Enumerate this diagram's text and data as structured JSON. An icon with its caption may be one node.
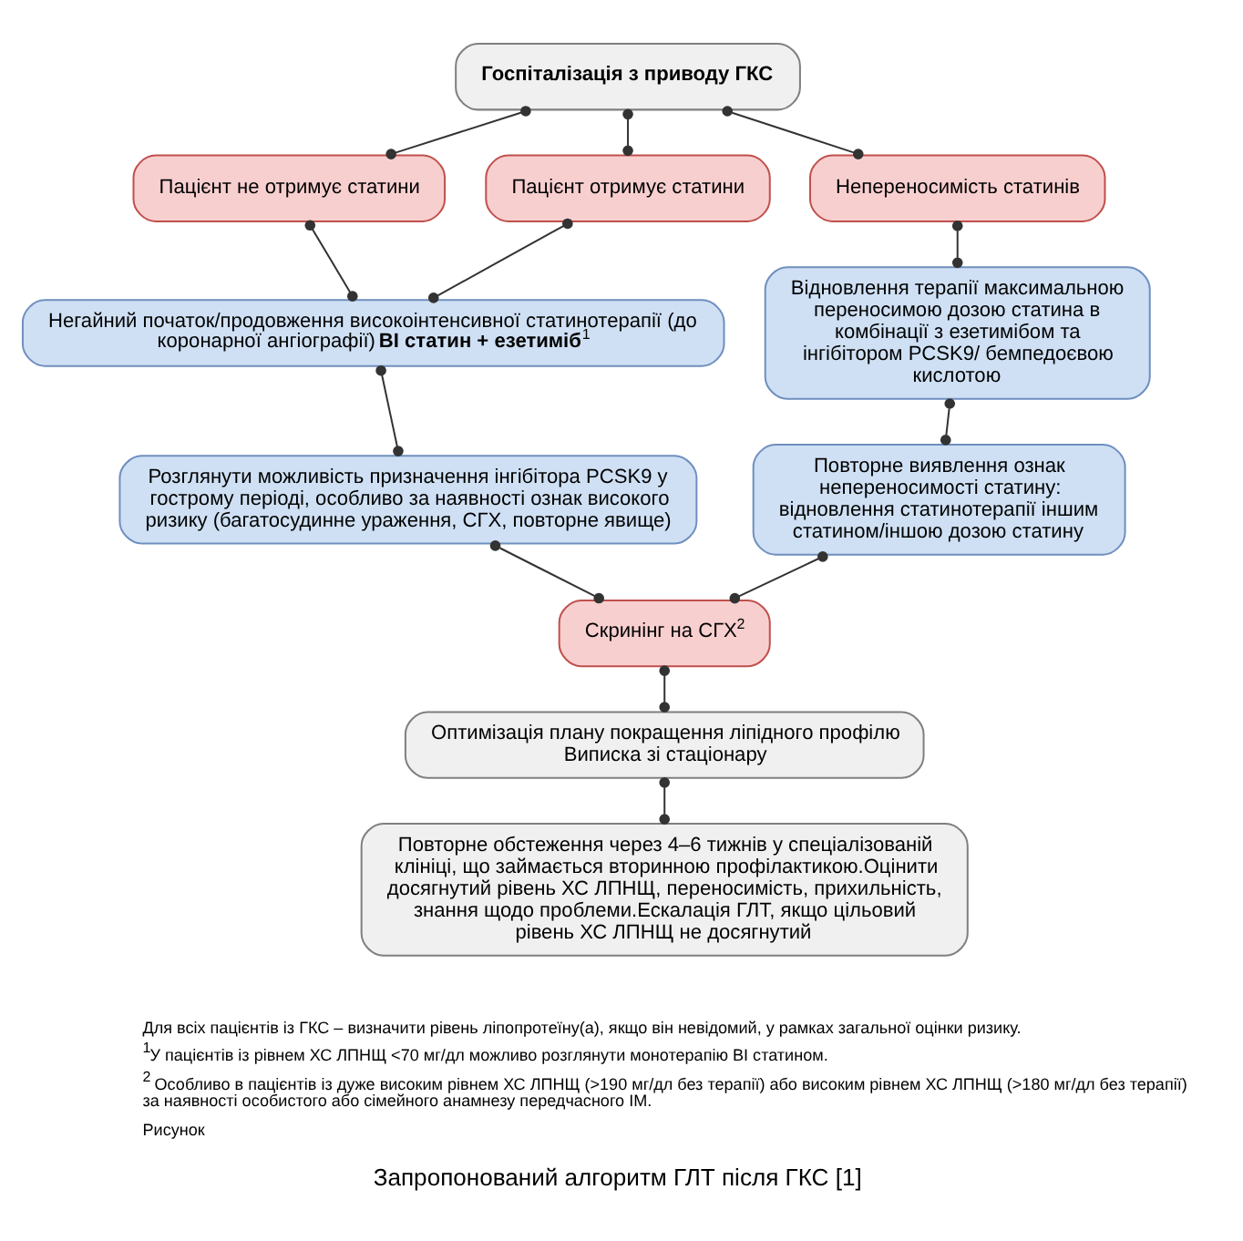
{
  "diagram": {
    "caption": "Запропонований алгоритм ГЛТ після ГКС [1]",
    "nodes": [
      {
        "text": [
          "Госпіталізація з приводу ГКС"
        ]
      },
      {
        "text": [
          "Пацієнт не отримує статини"
        ]
      },
      {
        "text": [
          "Пацієнт отримує статини"
        ]
      },
      {
        "text": [
          "Непереносимість статинів"
        ]
      },
      {
        "text": [
          "Негайний початок/продовження високоінтенсивної статинотерапії (до коронарної ангіографії) **ВІ статин + езетиміб**$^{1}$"
        ]
      },
      {
        "text": [
          "Розглянути можливість призначення інгібітора PCSK9 у гострому періоді, особливо за наявності ознак високого ризику (багатосудинне ураження, СГХ, повторне явище)"
        ]
      },
      {
        "text": [
          "Скринінг на СГХ$^{2}$"
        ]
      },
      {
        "text": [
          "Відновлення терапії максимальною переносимою дозою статина в комбінації з езетимібом та інгібітором PCSK9/ бемпедоєвою кислотою"
        ]
      },
      {
        "text": [
          "Повторне виявлення ознак непереносимості статину: відновлення статинотерапії іншим статином/іншою дозою статину"
        ]
      },
      {
        "text": [
          "Оптимізація плану покращення ліпідного профілю Виписка зі стаціонару"
        ]
      },
      {
        "text": [
          "Повторне обстеження через 4–6 тижнів у спеціалізованій клініці, що займається вторинною профілактикою.Оцінити досягнутий рівень ХС ЛПНЩ, переносимість, прихильність, знання щодо проблеми.Ескалація ГЛТ, якщо цільовий рівень ХС ЛПНЩ не досягнутий"
        ]
      }
    ],
    "edges": [
      {
        "from": 0,
        "to": 1,
        "arrow": "other"
      },
      {
        "from": 0,
        "to": 2,
        "arrow": "other"
      },
      {
        "from": 0,
        "to": 3,
        "arrow": "other"
      },
      {
        "from": 1,
        "to": 4,
        "arrow": "other"
      },
      {
        "from": 2,
        "to": 4,
        "arrow": "other"
      },
      {
        "from": 4,
        "to": 5,
        "arrow": "other"
      },
      {
        "from": 5,
        "to": 6,
        "arrow": "other"
      },
      {
        "from": 3,
        "to": 7,
        "arrow": "other"
      },
      {
        "from": 7,
        "to": 8,
        "arrow": "other"
      },
      {
        "from": 8,
        "to": 6,
        "arrow": "other"
      },
      {
        "from": 6,
        "to": 9,
        "arrow": "other"
      },
      {
        "from": 9,
        "to": 10,
        "arrow": "other"
      }
    ],
    "labels": [
      "Для всіх пацієнтів із ГКС – визначити рівень ліпопротеїну(а), якщо він невідомий, у рамках загальної оцінки ризику.",
      "$^{1}$У пацієнтів із рівнем ХС ЛПНЩ <70 мг/дл можливо розглянути монотерапію ВІ статином.",
      "$^{2}$ Особливо в пацієнтів із дуже високим рівнем ХС ЛПНЩ (>190 мг/дл без терапії) або високим рівнем ХС ЛПНЩ (>180 мг/дл без терапії) за наявності особистого або сімейного анамнезу передчасного ІМ.",
      "Рисунок"
    ]
  }
}
